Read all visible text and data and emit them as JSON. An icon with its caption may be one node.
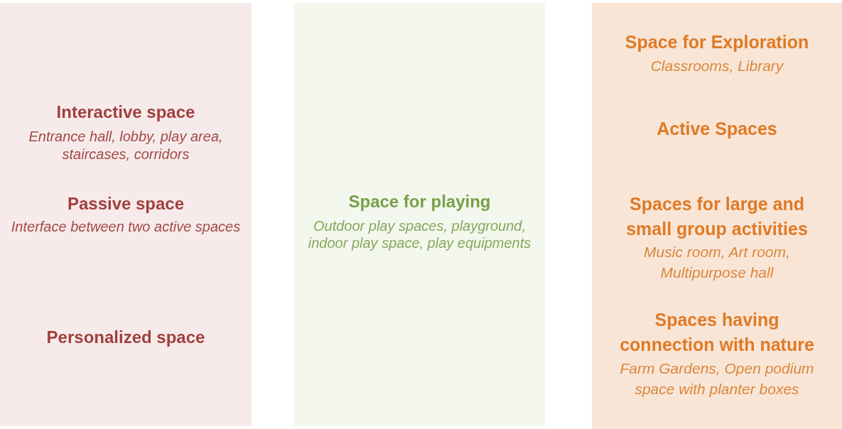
{
  "diagram": {
    "nodes": [
      {
        "text": [
          "Interactive space",
          "Entrance hall, lobby, play area, staircases, corridors",
          "Passive space",
          "Interface between two active spaces",
          "Personalized space"
        ]
      },
      {
        "text": [
          "Space for playing",
          "Outdoor play spaces, playground, indoor play space, play equipments"
        ]
      },
      {
        "text": [
          "Space for Exploration",
          "Classrooms, Library",
          "Active Spaces",
          "Spaces for large and small group activities",
          "Music room, Art room, Multipurpose hall",
          "Spaces having connection with nature",
          "Farm Gardens, Open podium space with planter boxes"
        ]
      }
    ]
  }
}
